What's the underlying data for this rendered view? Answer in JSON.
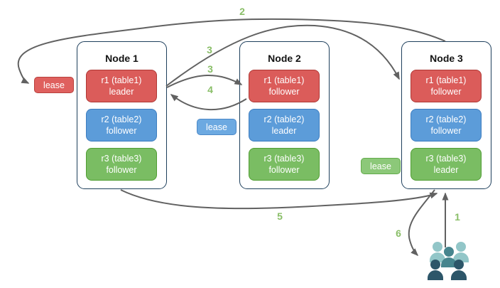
{
  "nodes": [
    {
      "title": "Node 1",
      "replicas": [
        {
          "name": "r1 (table1)",
          "role": "leader",
          "color": "#DB5C5A"
        },
        {
          "name": "r2 (table2)",
          "role": "follower",
          "color": "#5C9CD9"
        },
        {
          "name": "r3 (table3)",
          "role": "follower",
          "color": "#7ABD63"
        }
      ]
    },
    {
      "title": "Node 2",
      "replicas": [
        {
          "name": "r1 (table1)",
          "role": "follower",
          "color": "#DB5C5A"
        },
        {
          "name": "r2 (table2)",
          "role": "leader",
          "color": "#5C9CD9"
        },
        {
          "name": "r3 (table3)",
          "role": "follower",
          "color": "#7ABD63"
        }
      ]
    },
    {
      "title": "Node 3",
      "replicas": [
        {
          "name": "r1 (table1)",
          "role": "follower",
          "color": "#DB5C5A"
        },
        {
          "name": "r2 (table2)",
          "role": "follower",
          "color": "#5C9CD9"
        },
        {
          "name": "r3 (table3)",
          "role": "leader",
          "color": "#7ABD63"
        }
      ]
    }
  ],
  "leases": [
    {
      "label": "lease",
      "color": "#DF605E"
    },
    {
      "label": "lease",
      "color": "#6CA9E1"
    },
    {
      "label": "lease",
      "color": "#8CC879"
    }
  ],
  "steps": {
    "s1": "1",
    "s2": "2",
    "s3a": "3",
    "s3b": "3",
    "s4": "4",
    "s5": "5",
    "s6": "6"
  },
  "arrows": [
    {
      "step": "1",
      "from": "clients",
      "to": "node-3"
    },
    {
      "step": "2",
      "from": "node-3",
      "to": "lease-red-node-1"
    },
    {
      "step": "3",
      "from": "node-1-r1-leader",
      "to": "node-3-r1-follower"
    },
    {
      "step": "3",
      "from": "node-1-r1-leader",
      "to": "node-2-r1-follower"
    },
    {
      "step": "4",
      "from": "node-2-r1-follower",
      "to": "node-1-r1-leader"
    },
    {
      "step": "5",
      "from": "node-1",
      "to": "node-3"
    },
    {
      "step": "6",
      "from": "node-3",
      "to": "clients"
    }
  ],
  "colors": {
    "node_border": "#1E3F5C",
    "arrow": "#616161",
    "step_label": "#89BE67",
    "users_light": "#92C6C8",
    "users_mid": "#47858E",
    "users_dark": "#2D5669"
  }
}
